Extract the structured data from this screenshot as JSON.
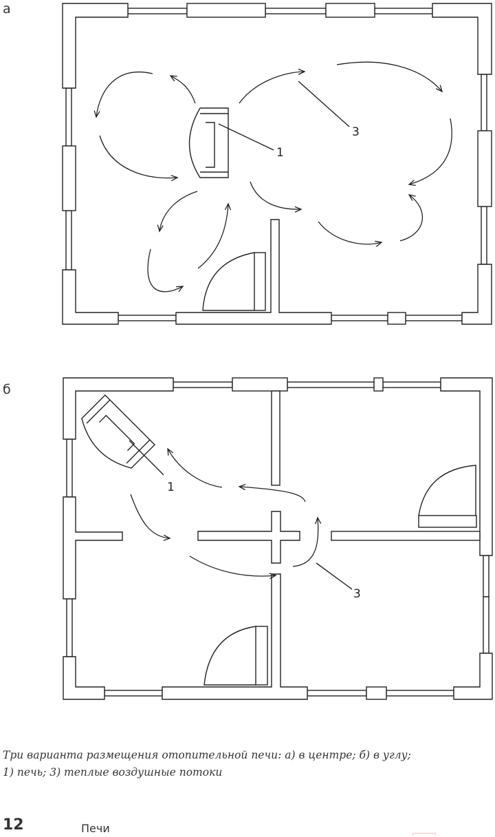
{
  "figure": {
    "label_a": "а",
    "label_b": "б",
    "callout_1": "1",
    "callout_3": "3"
  },
  "caption": {
    "line1": "Три варианта размещения отопительной печи: а) в центре; б) в углу;",
    "line2": "1) печь; 3) теплые воздушные потоки"
  },
  "footer": {
    "page_number": "12",
    "section_title": "Печи"
  }
}
